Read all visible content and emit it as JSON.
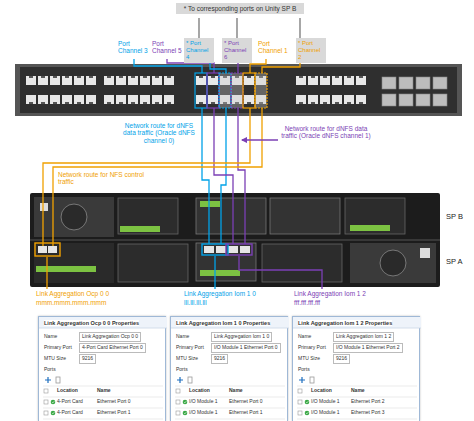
{
  "diagram": {
    "nodes": [
      {
        "text": [
          "* To corresponding ports on Unity SP B"
        ]
      },
      {
        "text": [
          "* Port Channel 4"
        ]
      },
      {
        "text": [
          "* Port Channel 6"
        ]
      },
      {
        "text": [
          "* Port Channel 2"
        ]
      },
      {
        "text": [
          "Link Aggregation Ocp 0 0 Properties",
          "Name",
          "Link Aggregation Ocp 0 0",
          "Primary Port",
          "4-Port Card Ethernet Port 0",
          "MTU Size",
          "9216",
          "Ports",
          "Location",
          "Name",
          "4-Port Card",
          "Ethernet Port 0",
          "4-Port Card",
          "Ethernet Port 1"
        ]
      },
      {
        "text": [
          "Link Aggregation Iom 1 0 Properties",
          "Name",
          "Link Aggregation Iom 1 0",
          "Primary Port",
          "I/O Module 1 Ethernet Port 0",
          "MTU Size",
          "9216",
          "Ports",
          "Location",
          "Name",
          "I/O Module 1",
          "Ethernet Port 0",
          "I/O Module 1",
          "Ethernet Port 1"
        ]
      },
      {
        "text": [
          "Link Aggregation Iom 1 2 Properties",
          "Name",
          "Link Aggregation Iom 1 2",
          "Primary Port",
          "I/O Module 1 Ethernet Port 2",
          "MTU Size",
          "9216",
          "Ports",
          "Location",
          "Name",
          "I/O Module 1",
          "Ethernet Port 2",
          "I/O Module 1",
          "Ethernet Port 3"
        ]
      }
    ],
    "labels": [
      "Port Channel 3",
      "Port Channel 5",
      "Port Channel 1",
      "Network route for dNFS data traffic (Oracle dNFS channel 0)",
      "Network route for dNFS data traffic (Oracle dNFS channel 1)",
      "Network route for NFS control traffic",
      "SP B",
      "SP A",
      "Link Aggregation Ocp 0 0",
      "mmm.mmm.mmm.mmm",
      "Link Aggregation Iom 1 0",
      "lll.lll.lll.lll",
      "Link Aggregation Iom 1 2",
      "fff.fff.fff.fff"
    ]
  }
}
